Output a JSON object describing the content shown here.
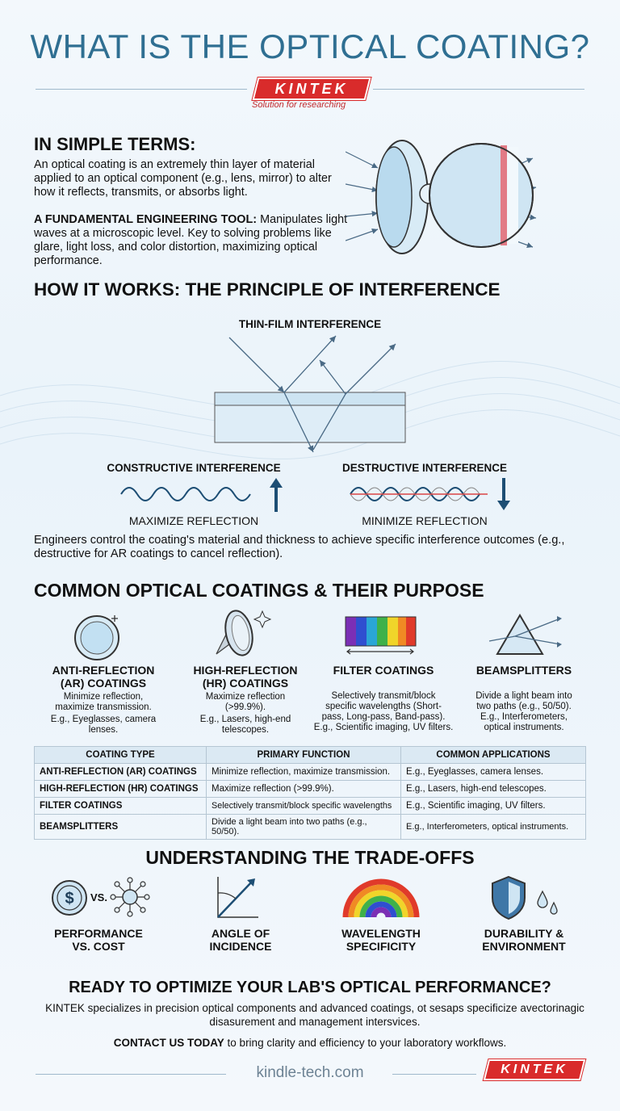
{
  "title": "WHAT IS THE OPTICAL COATING?",
  "brand": {
    "logo": "KINTEK",
    "tagline": "Solution for researching"
  },
  "intro": {
    "heading": "IN SIMPLE TERMS:",
    "paragraph": "An optical coating is an extremely thin layer of material applied to an optical component (e.g., lens, mirror) to alter how it reflects, transmits, or absorbs light.",
    "tool_label": "A FUNDAMENTAL ENGINEERING TOOL:",
    "tool_text": " Manipulates light waves at a microscopic level. Key to solving problems like glare, light loss, and color distortion, maximizing optical performance."
  },
  "principle": {
    "heading": "HOW IT WORKS: THE PRINCIPLE OF INTERFERENCE",
    "diagram_label": "THIN-FILM INTERFERENCE",
    "constructive": "CONSTRUCTIVE INTERFERENCE",
    "constructive_result": "MAXIMIZE REFLECTION",
    "destructive": "DESTRUCTIVE INTERFERENCE",
    "destructive_result": "MINIMIZE REFLECTION",
    "note": "Engineers control the coating's material and thickness to achieve specific interference outcomes (e.g., destructive for AR coatings to cancel reflection)."
  },
  "coatings": {
    "heading": "COMMON OPTICAL COATINGS & THEIR PURPOSE",
    "items": [
      {
        "name": "ANTI-REFLECTION\n(AR) COATINGS",
        "desc": "Minimize reflection,\nmaximize transmission.",
        "example": "E.g., Eyeglasses, camera\nlenses.",
        "icon": "lens-icon"
      },
      {
        "name": "HIGH-REFLECTION\n(HR) COATINGS",
        "desc": "Maximize reflection\n(>99.9%).",
        "example": "E.g., Lasers, high-end\ntelescopes.",
        "icon": "mirror-icon"
      },
      {
        "name": "FILTER COATINGS",
        "desc": "Selectively transmit/block\nspecific wavelengths (Short-\npass, Long-pass, Band-pass).",
        "example": "E.g., Scientific imaging, UV filters.",
        "icon": "spectrum-icon"
      },
      {
        "name": "BEAMSPLITTERS",
        "desc": "Divide a light beam into\ntwo paths (e.g., 50/50).",
        "example": "E.g., Interferometers,\noptical instruments.",
        "icon": "prism-icon"
      }
    ]
  },
  "table": {
    "headers": [
      "COATING TYPE",
      "PRIMARY FUNCTION",
      "COMMON APPLICATIONS"
    ],
    "rows": [
      [
        "ANTI-REFLECTION (AR) COATINGS",
        "Minimize reflection, maximize transmission.",
        "E.g., Eyeglasses, camera lenses."
      ],
      [
        "HIGH-REFLECTION (HR) COATINGS",
        "Maximize reflection (>99.9%).",
        "E.g., Lasers, high-end telescopes."
      ],
      [
        "FILTER COATINGS",
        "Selectively transmit/block specific wavelengths",
        "E.g., Scientific imaging, UV filters."
      ],
      [
        "BEAMSPLITTERS",
        "Divide a light beam into two paths (e.g., 50/50).",
        "E.g., Interferometers, optical instruments."
      ]
    ]
  },
  "tradeoffs": {
    "heading": "UNDERSTANDING THE TRADE-OFFS",
    "vs": "VS.",
    "items": [
      {
        "label": "PERFORMANCE\nVS. COST",
        "icon": "dollar-icon"
      },
      {
        "label": "ANGLE OF\nINCIDENCE",
        "icon": "angle-icon"
      },
      {
        "label": "WAVELENGTH\nSPECIFICITY",
        "icon": "rainbow-icon"
      },
      {
        "label": "DURABILITY &\nENVIRONMENT",
        "icon": "shield-icon"
      }
    ]
  },
  "cta": {
    "heading": "READY TO OPTIMIZE YOUR LAB'S OPTICAL PERFORMANCE?",
    "text": "KINTEK specializes in precision optical components and advanced coatings, ot sesaps specificize avectorinagic disasurement and management intersvices.",
    "contact_bold": "CONTACT US TODAY",
    "contact_rest": " to bring clarity and efficiency to your laboratory workflows."
  },
  "footer": {
    "website": "kindle-tech.com",
    "logo": "KINTEK"
  },
  "colors": {
    "title": "#2f6f92",
    "brand_red": "#d92b2b",
    "arrow": "#4a6a85",
    "accent_blue": "#2a5d82"
  }
}
